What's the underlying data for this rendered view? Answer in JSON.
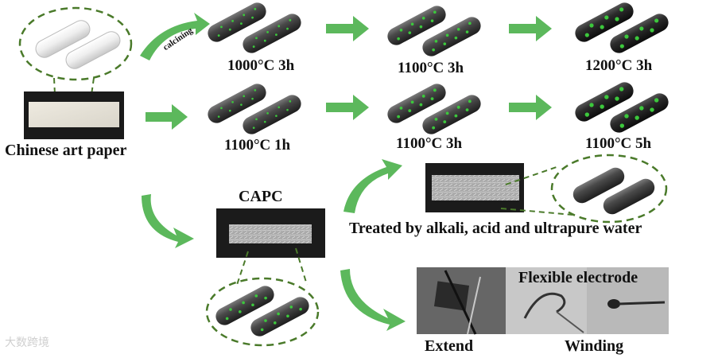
{
  "labels": {
    "calcining": "calcining",
    "chinese_art_paper": "Chinese art paper",
    "row1": [
      "1000°C 3h",
      "1100°C 3h",
      "1200°C 3h"
    ],
    "row2": [
      "1100°C 1h",
      "1100°C 3h",
      "1100°C 5h"
    ],
    "capc": "CAPC",
    "treated": "Treated by alkali, acid and ultrapure water",
    "flexible": "Flexible electrode",
    "extend": "Extend",
    "winding": "Winding"
  },
  "colors": {
    "arrow_green": "#5cb85c",
    "dash_green": "#4a7a2a",
    "dot_green": "#3cc83c",
    "rod_dark": "#3a3a3a",
    "rod_white": "#f2f2f2"
  },
  "watermark": "大数跨境"
}
